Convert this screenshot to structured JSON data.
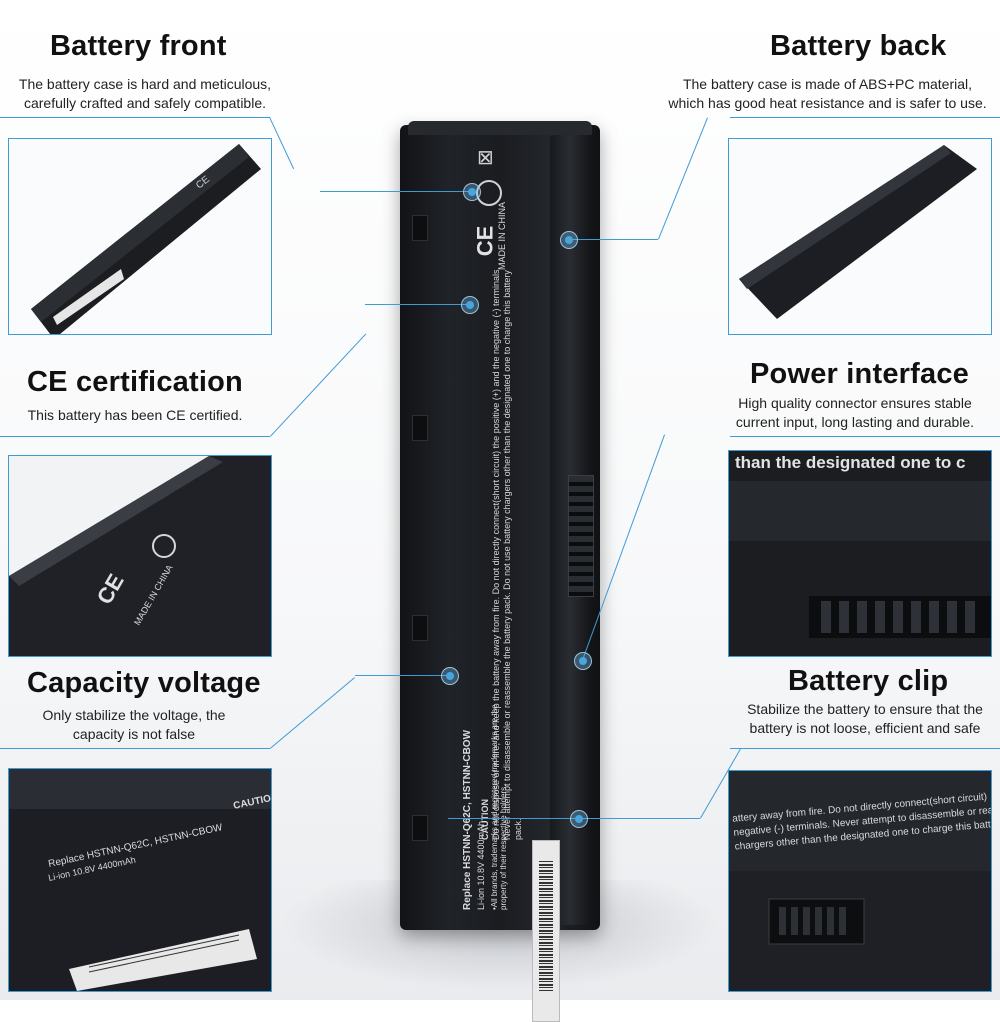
{
  "sections": {
    "battery_front": {
      "title": "Battery front",
      "desc_line1": "The battery case is hard and meticulous,",
      "desc_line2": "carefully crafted and safely compatible."
    },
    "battery_back": {
      "title": "Battery back",
      "desc_line1": "The battery case is made of ABS+PC material,",
      "desc_line2": "which has good heat resistance and is safer to use."
    },
    "ce_certification": {
      "title": "CE certification",
      "desc_line1": "This battery has been CE certified."
    },
    "power_interface": {
      "title": "Power interface",
      "desc_line1": "High quality connector ensures stable",
      "desc_line2": "current input, long lasting and durable."
    },
    "capacity_voltage": {
      "title": "Capacity voltage",
      "desc_line1": "Only stabilize the voltage, the",
      "desc_line2": "capacity is not false"
    },
    "battery_clip": {
      "title": "Battery clip",
      "desc_line1": "Stabilize the battery to ensure that the",
      "desc_line2": "battery is not loose, efficient and safe"
    }
  },
  "battery_print": {
    "caution": "CAUTION",
    "caution_text": "Do not dispose of in fire, and keep the battery away from fire. Do not directly connect(short circuit) the positive (+) and the negative (-) terminals. Never attempt to disassemble or reassemble the battery pack. Do not use battery chargers other than the designated one to charge this battery pack.",
    "replace": "Replace HSTNN-Q62C, HSTNN-CBOW",
    "spec": "Li-ion 10.8V 4400mAh",
    "trademarks": "•All brands, trademarks and registered trademarks are the property of their respective holders.",
    "ce": "CE",
    "made_in": "MADE IN CHINA"
  },
  "inset_texts": {
    "power_interface_snippet": "than the designated one to c",
    "clip_snippet_1": "attery away from fire. Do not directly connect(short circuit)",
    "clip_snippet_2": "negative (-) terminals. Never attempt to disassemble or reassemble the",
    "clip_snippet_3": "chargers other than the designated one to charge this battery pack."
  },
  "colors": {
    "accent": "#3f9bd6",
    "battery": "#1c1e22",
    "text": "#111111"
  }
}
